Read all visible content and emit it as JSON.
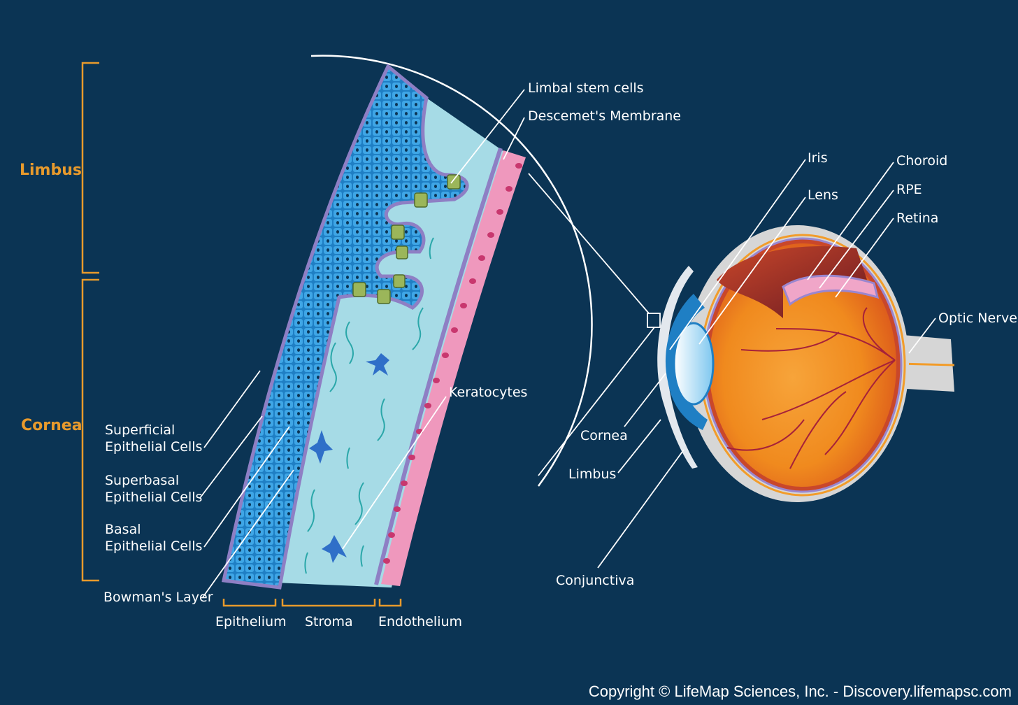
{
  "labels": {
    "limbus_left": "Limbus",
    "cornea_left": "Cornea",
    "superficial_1": "Superficial",
    "superficial_2": "Epithelial Cells",
    "superbasal_1": "Superbasal",
    "superbasal_2": "Epithelial Cells",
    "basal_1": "Basal",
    "basal_2": "Epithelial Cells",
    "bowmans": "Bowman's Layer",
    "epithelium": "Epithelium",
    "stroma": "Stroma",
    "endothelium": "Endothelium",
    "limbal_stem": "Limbal stem cells",
    "descemet": "Descemet's Membrane",
    "keratocytes": "Keratocytes",
    "iris": "Iris",
    "lens": "Lens",
    "choroid": "Choroid",
    "rpe": "RPE",
    "retina": "Retina",
    "optic_nerve": "Optic Nerve",
    "cornea_eye": "Cornea",
    "limbus_eye": "Limbus",
    "conjunctiva": "Conjunctiva"
  },
  "copyright": "Copyright © LifeMap Sciences, Inc. - Discovery.lifemapsc.com",
  "colors": {
    "background": "#0b3454",
    "accent_orange": "#e89a2c",
    "epithelium_blue": "#2d93d6",
    "stroma": "#a6dbe6",
    "endothelium_pink": "#ef98bd",
    "stem_cell_green": "#9bb65a",
    "eye_orange": "#f08a1e"
  }
}
